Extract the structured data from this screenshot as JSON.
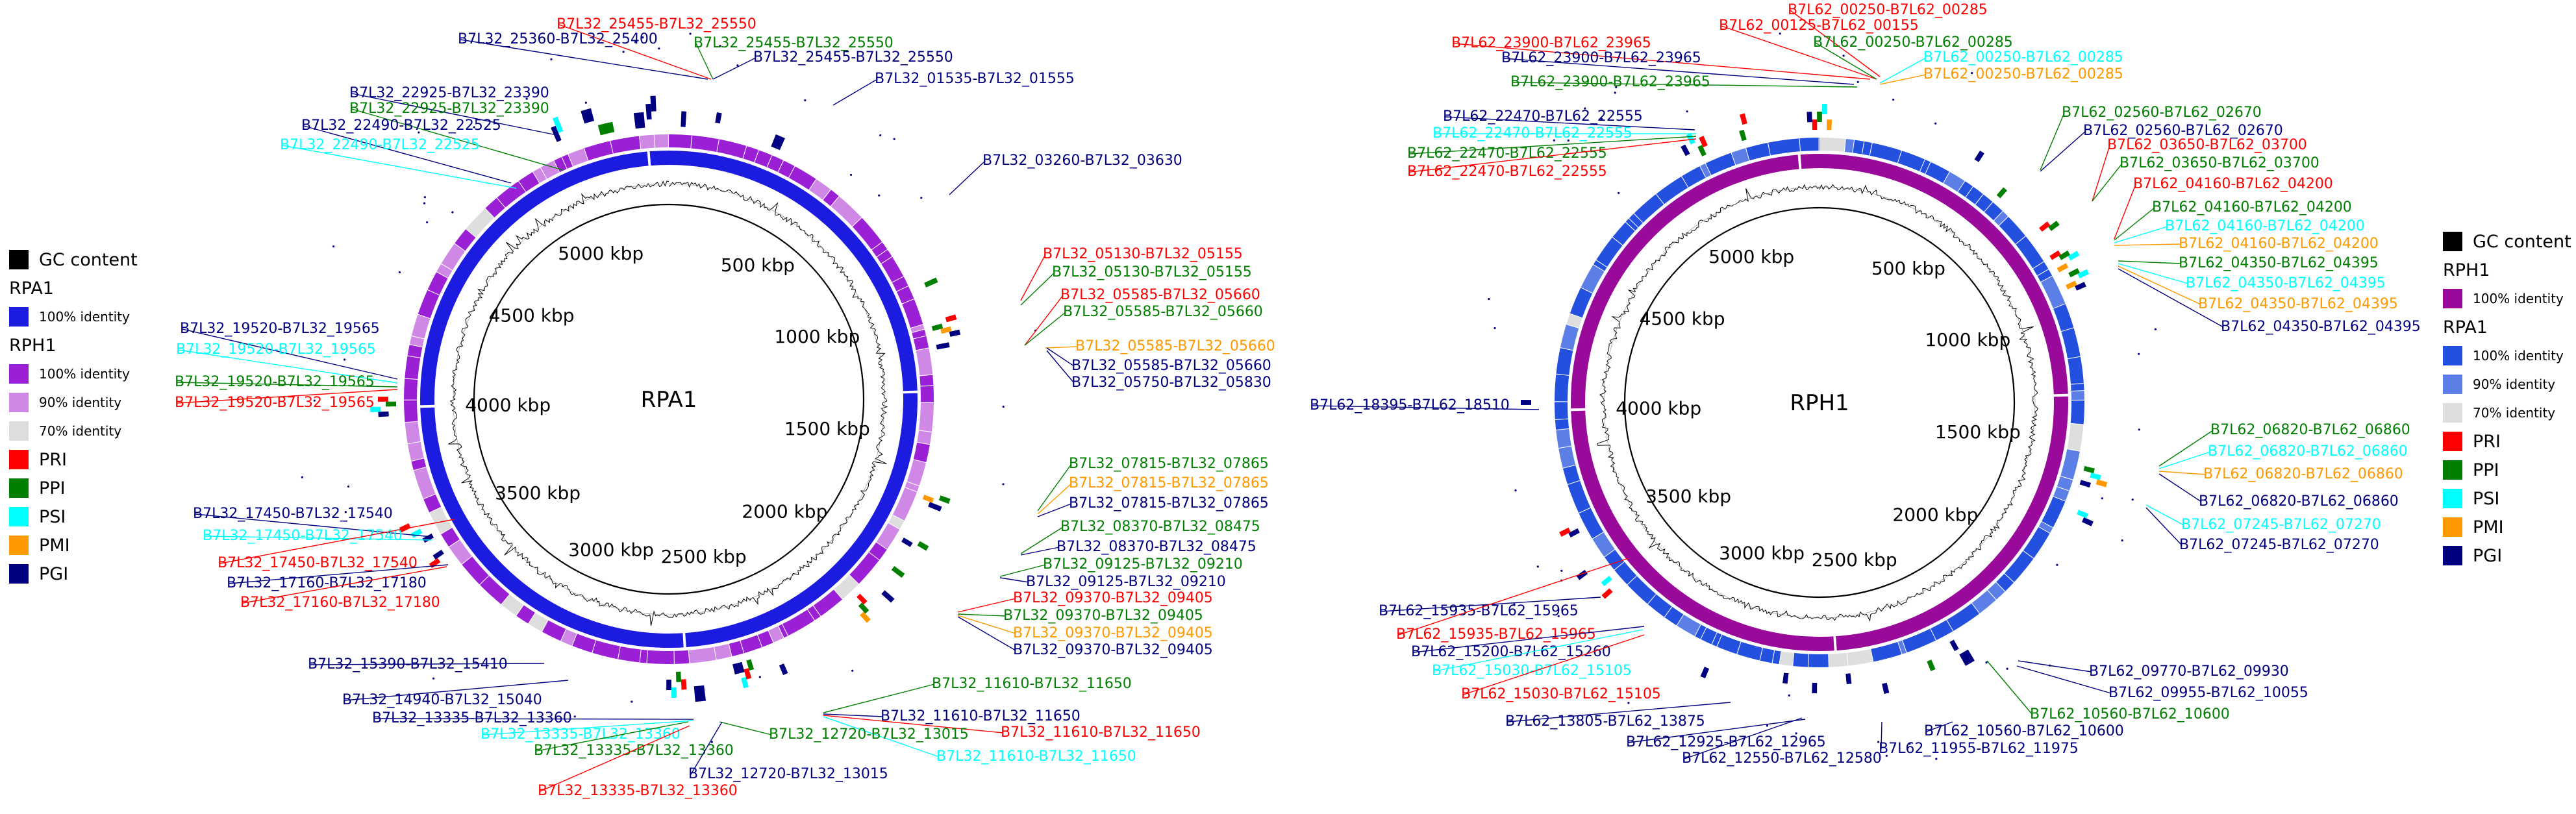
{
  "colors": {
    "rpa1_identity_100": "#1c1ce0",
    "rph1_identity_100": "#9b1fd4",
    "rph1_identity_90": "#cf88e6",
    "identity_70": "#dedede",
    "rph1_ring_b_100": "#9a0a9a",
    "rpa1_ring_b_100": "#2450e0",
    "rpa1_ring_b_90": "#5b7fe6",
    "PRI": "#ff0000",
    "PPI": "#007f00",
    "PSI": "#00ffff",
    "PMI": "#ff9900",
    "PGI": "#000080",
    "GC": "#000000"
  },
  "left": {
    "name": "RPA1",
    "ticks": [
      "500 kbp",
      "1000 kbp",
      "1500 kbp",
      "2000 kbp",
      "2500 kbp",
      "3000 kbp",
      "3500 kbp",
      "4000 kbp",
      "4500 kbp",
      "5000 kbp"
    ],
    "legend": {
      "gc": "GC content",
      "g1": "RPA1",
      "g1_items": [
        "100% identity"
      ],
      "g2": "RPH1",
      "g2_items": [
        "100% identity",
        "90% identity",
        "70% identity"
      ],
      "cats": [
        "PRI",
        "PPI",
        "PSI",
        "PMI",
        "PGI"
      ]
    },
    "labels": [
      {
        "t": "B7L32_25455-B7L32_25550",
        "c": "PRI"
      },
      {
        "t": "B7L32_25360-B7L32_25400",
        "c": "PGI"
      },
      {
        "t": "B7L32_25455-B7L32_25550",
        "c": "PPI"
      },
      {
        "t": "B7L32_25455-B7L32_25550",
        "c": "PGI"
      },
      {
        "t": "B7L32_01535-B7L32_01555",
        "c": "PGI"
      },
      {
        "t": "B7L32_22925-B7L32_23390",
        "c": "PGI"
      },
      {
        "t": "B7L32_22925-B7L32_23390",
        "c": "PPI"
      },
      {
        "t": "B7L32_22490-B7L32_22525",
        "c": "PGI"
      },
      {
        "t": "B7L32_22490-B7L32_22525",
        "c": "PSI"
      },
      {
        "t": "B7L32_03260-B7L32_03630",
        "c": "PGI"
      },
      {
        "t": "B7L32_05130-B7L32_05155",
        "c": "PRI"
      },
      {
        "t": "B7L32_05130-B7L32_05155",
        "c": "PPI"
      },
      {
        "t": "B7L32_05585-B7L32_05660",
        "c": "PRI"
      },
      {
        "t": "B7L32_05585-B7L32_05660",
        "c": "PPI"
      },
      {
        "t": "B7L32_05585-B7L32_05660",
        "c": "PMI"
      },
      {
        "t": "B7L32_05585-B7L32_05660",
        "c": "PGI"
      },
      {
        "t": "B7L32_05750-B7L32_05830",
        "c": "PGI"
      },
      {
        "t": "B7L32_19520-B7L32_19565",
        "c": "PGI"
      },
      {
        "t": "B7L32_19520-B7L32_19565",
        "c": "PSI"
      },
      {
        "t": "B7L32_19520-B7L32_19565",
        "c": "PPI"
      },
      {
        "t": "B7L32_19520-B7L32_19565",
        "c": "PRI"
      },
      {
        "t": "B7L32_07815-B7L32_07865",
        "c": "PPI"
      },
      {
        "t": "B7L32_07815-B7L32_07865",
        "c": "PMI"
      },
      {
        "t": "B7L32_07815-B7L32_07865",
        "c": "PGI"
      },
      {
        "t": "B7L32_08370-B7L32_08475",
        "c": "PPI"
      },
      {
        "t": "B7L32_08370-B7L32_08475",
        "c": "PGI"
      },
      {
        "t": "B7L32_09125-B7L32_09210",
        "c": "PPI"
      },
      {
        "t": "B7L32_09125-B7L32_09210",
        "c": "PGI"
      },
      {
        "t": "B7L32_09370-B7L32_09405",
        "c": "PRI"
      },
      {
        "t": "B7L32_09370-B7L32_09405",
        "c": "PPI"
      },
      {
        "t": "B7L32_09370-B7L32_09405",
        "c": "PMI"
      },
      {
        "t": "B7L32_09370-B7L32_09405",
        "c": "PGI"
      },
      {
        "t": "B7L32_17450-B7L32_17540",
        "c": "PGI"
      },
      {
        "t": "B7L32_17450-B7L32_17540",
        "c": "PSI"
      },
      {
        "t": "B7L32_17450-B7L32_17540",
        "c": "PRI"
      },
      {
        "t": "B7L32_17160-B7L32_17180",
        "c": "PGI"
      },
      {
        "t": "B7L32_17160-B7L32_17180",
        "c": "PRI"
      },
      {
        "t": "B7L32_11610-B7L32_11650",
        "c": "PPI"
      },
      {
        "t": "B7L32_11610-B7L32_11650",
        "c": "PGI"
      },
      {
        "t": "B7L32_11610-B7L32_11650",
        "c": "PRI"
      },
      {
        "t": "B7L32_11610-B7L32_11650",
        "c": "PSI"
      },
      {
        "t": "B7L32_15390-B7L32_15410",
        "c": "PGI"
      },
      {
        "t": "B7L32_14940-B7L32_15040",
        "c": "PGI"
      },
      {
        "t": "B7L32_13335-B7L32_13360",
        "c": "PGI"
      },
      {
        "t": "B7L32_13335-B7L32_13360",
        "c": "PSI"
      },
      {
        "t": "B7L32_13335-B7L32_13360",
        "c": "PPI"
      },
      {
        "t": "B7L32_12720-B7L32_13015",
        "c": "PPI"
      },
      {
        "t": "B7L32_12720-B7L32_13015",
        "c": "PGI"
      },
      {
        "t": "B7L32_13335-B7L32_13360",
        "c": "PRI"
      }
    ]
  },
  "right": {
    "name": "RPH1",
    "ticks": [
      "500 kbp",
      "1000 kbp",
      "1500 kbp",
      "2000 kbp",
      "2500 kbp",
      "3000 kbp",
      "3500 kbp",
      "4000 kbp",
      "4500 kbp",
      "5000 kbp"
    ],
    "legend": {
      "gc": "GC content",
      "g1": "RPH1",
      "g1_items": [
        "100% identity"
      ],
      "g2": "RPA1",
      "g2_items": [
        "100% identity",
        "90% identity",
        "70% identity"
      ],
      "cats": [
        "PRI",
        "PPI",
        "PSI",
        "PMI",
        "PGI"
      ]
    },
    "labels": [
      {
        "t": "B7L62_00250-B7L62_00285",
        "c": "PRI"
      },
      {
        "t": "B7L62_00125-B7L62_00155",
        "c": "PRI"
      },
      {
        "t": "B7L62_23900-B7L62_23965",
        "c": "PRI"
      },
      {
        "t": "B7L62_00250-B7L62_00285",
        "c": "PPI"
      },
      {
        "t": "B7L62_23900-B7L62_23965",
        "c": "PGI"
      },
      {
        "t": "B7L62_00250-B7L62_00285",
        "c": "PSI"
      },
      {
        "t": "B7L62_23900-B7L62_23965",
        "c": "PPI"
      },
      {
        "t": "B7L62_00250-B7L62_00285",
        "c": "PMI"
      },
      {
        "t": "B7L62_22470-B7L62_22555",
        "c": "PGI"
      },
      {
        "t": "B7L62_22470-B7L62_22555",
        "c": "PSI"
      },
      {
        "t": "B7L62_22470-B7L62_22555",
        "c": "PPI"
      },
      {
        "t": "B7L62_22470-B7L62_22555",
        "c": "PRI"
      },
      {
        "t": "B7L62_02560-B7L62_02670",
        "c": "PPI"
      },
      {
        "t": "B7L62_02560-B7L62_02670",
        "c": "PGI"
      },
      {
        "t": "B7L62_03650-B7L62_03700",
        "c": "PRI"
      },
      {
        "t": "B7L62_03650-B7L62_03700",
        "c": "PPI"
      },
      {
        "t": "B7L62_04160-B7L62_04200",
        "c": "PRI"
      },
      {
        "t": "B7L62_04160-B7L62_04200",
        "c": "PPI"
      },
      {
        "t": "B7L62_04160-B7L62_04200",
        "c": "PSI"
      },
      {
        "t": "B7L62_04160-B7L62_04200",
        "c": "PMI"
      },
      {
        "t": "B7L62_04350-B7L62_04395",
        "c": "PPI"
      },
      {
        "t": "B7L62_04350-B7L62_04395",
        "c": "PSI"
      },
      {
        "t": "B7L62_04350-B7L62_04395",
        "c": "PMI"
      },
      {
        "t": "B7L62_04350-B7L62_04395",
        "c": "PGI"
      },
      {
        "t": "B7L62_18395-B7L62_18510",
        "c": "PGI"
      },
      {
        "t": "B7L62_06820-B7L62_06860",
        "c": "PPI"
      },
      {
        "t": "B7L62_06820-B7L62_06860",
        "c": "PSI"
      },
      {
        "t": "B7L62_06820-B7L62_06860",
        "c": "PMI"
      },
      {
        "t": "B7L62_06820-B7L62_06860",
        "c": "PGI"
      },
      {
        "t": "B7L62_07245-B7L62_07270",
        "c": "PSI"
      },
      {
        "t": "B7L62_07245-B7L62_07270",
        "c": "PGI"
      },
      {
        "t": "B7L62_15935-B7L62_15965",
        "c": "PGI"
      },
      {
        "t": "B7L62_15935-B7L62_15965",
        "c": "PRI"
      },
      {
        "t": "B7L62_15200-B7L62_15260",
        "c": "PGI"
      },
      {
        "t": "B7L62_15030-B7L62_15105",
        "c": "PSI"
      },
      {
        "t": "B7L62_15030-B7L62_15105",
        "c": "PRI"
      },
      {
        "t": "B7L62_13805-B7L62_13875",
        "c": "PGI"
      },
      {
        "t": "B7L62_12925-B7L62_12965",
        "c": "PGI"
      },
      {
        "t": "B7L62_12550-B7L62_12580",
        "c": "PGI"
      },
      {
        "t": "B7L62_09770-B7L62_09930",
        "c": "PGI"
      },
      {
        "t": "B7L62_09955-B7L62_10055",
        "c": "PGI"
      },
      {
        "t": "B7L62_10560-B7L62_10600",
        "c": "PPI"
      },
      {
        "t": "B7L62_10560-B7L62_10600",
        "c": "PGI"
      },
      {
        "t": "B7L62_11955-B7L62_11975",
        "c": "PGI"
      }
    ]
  }
}
